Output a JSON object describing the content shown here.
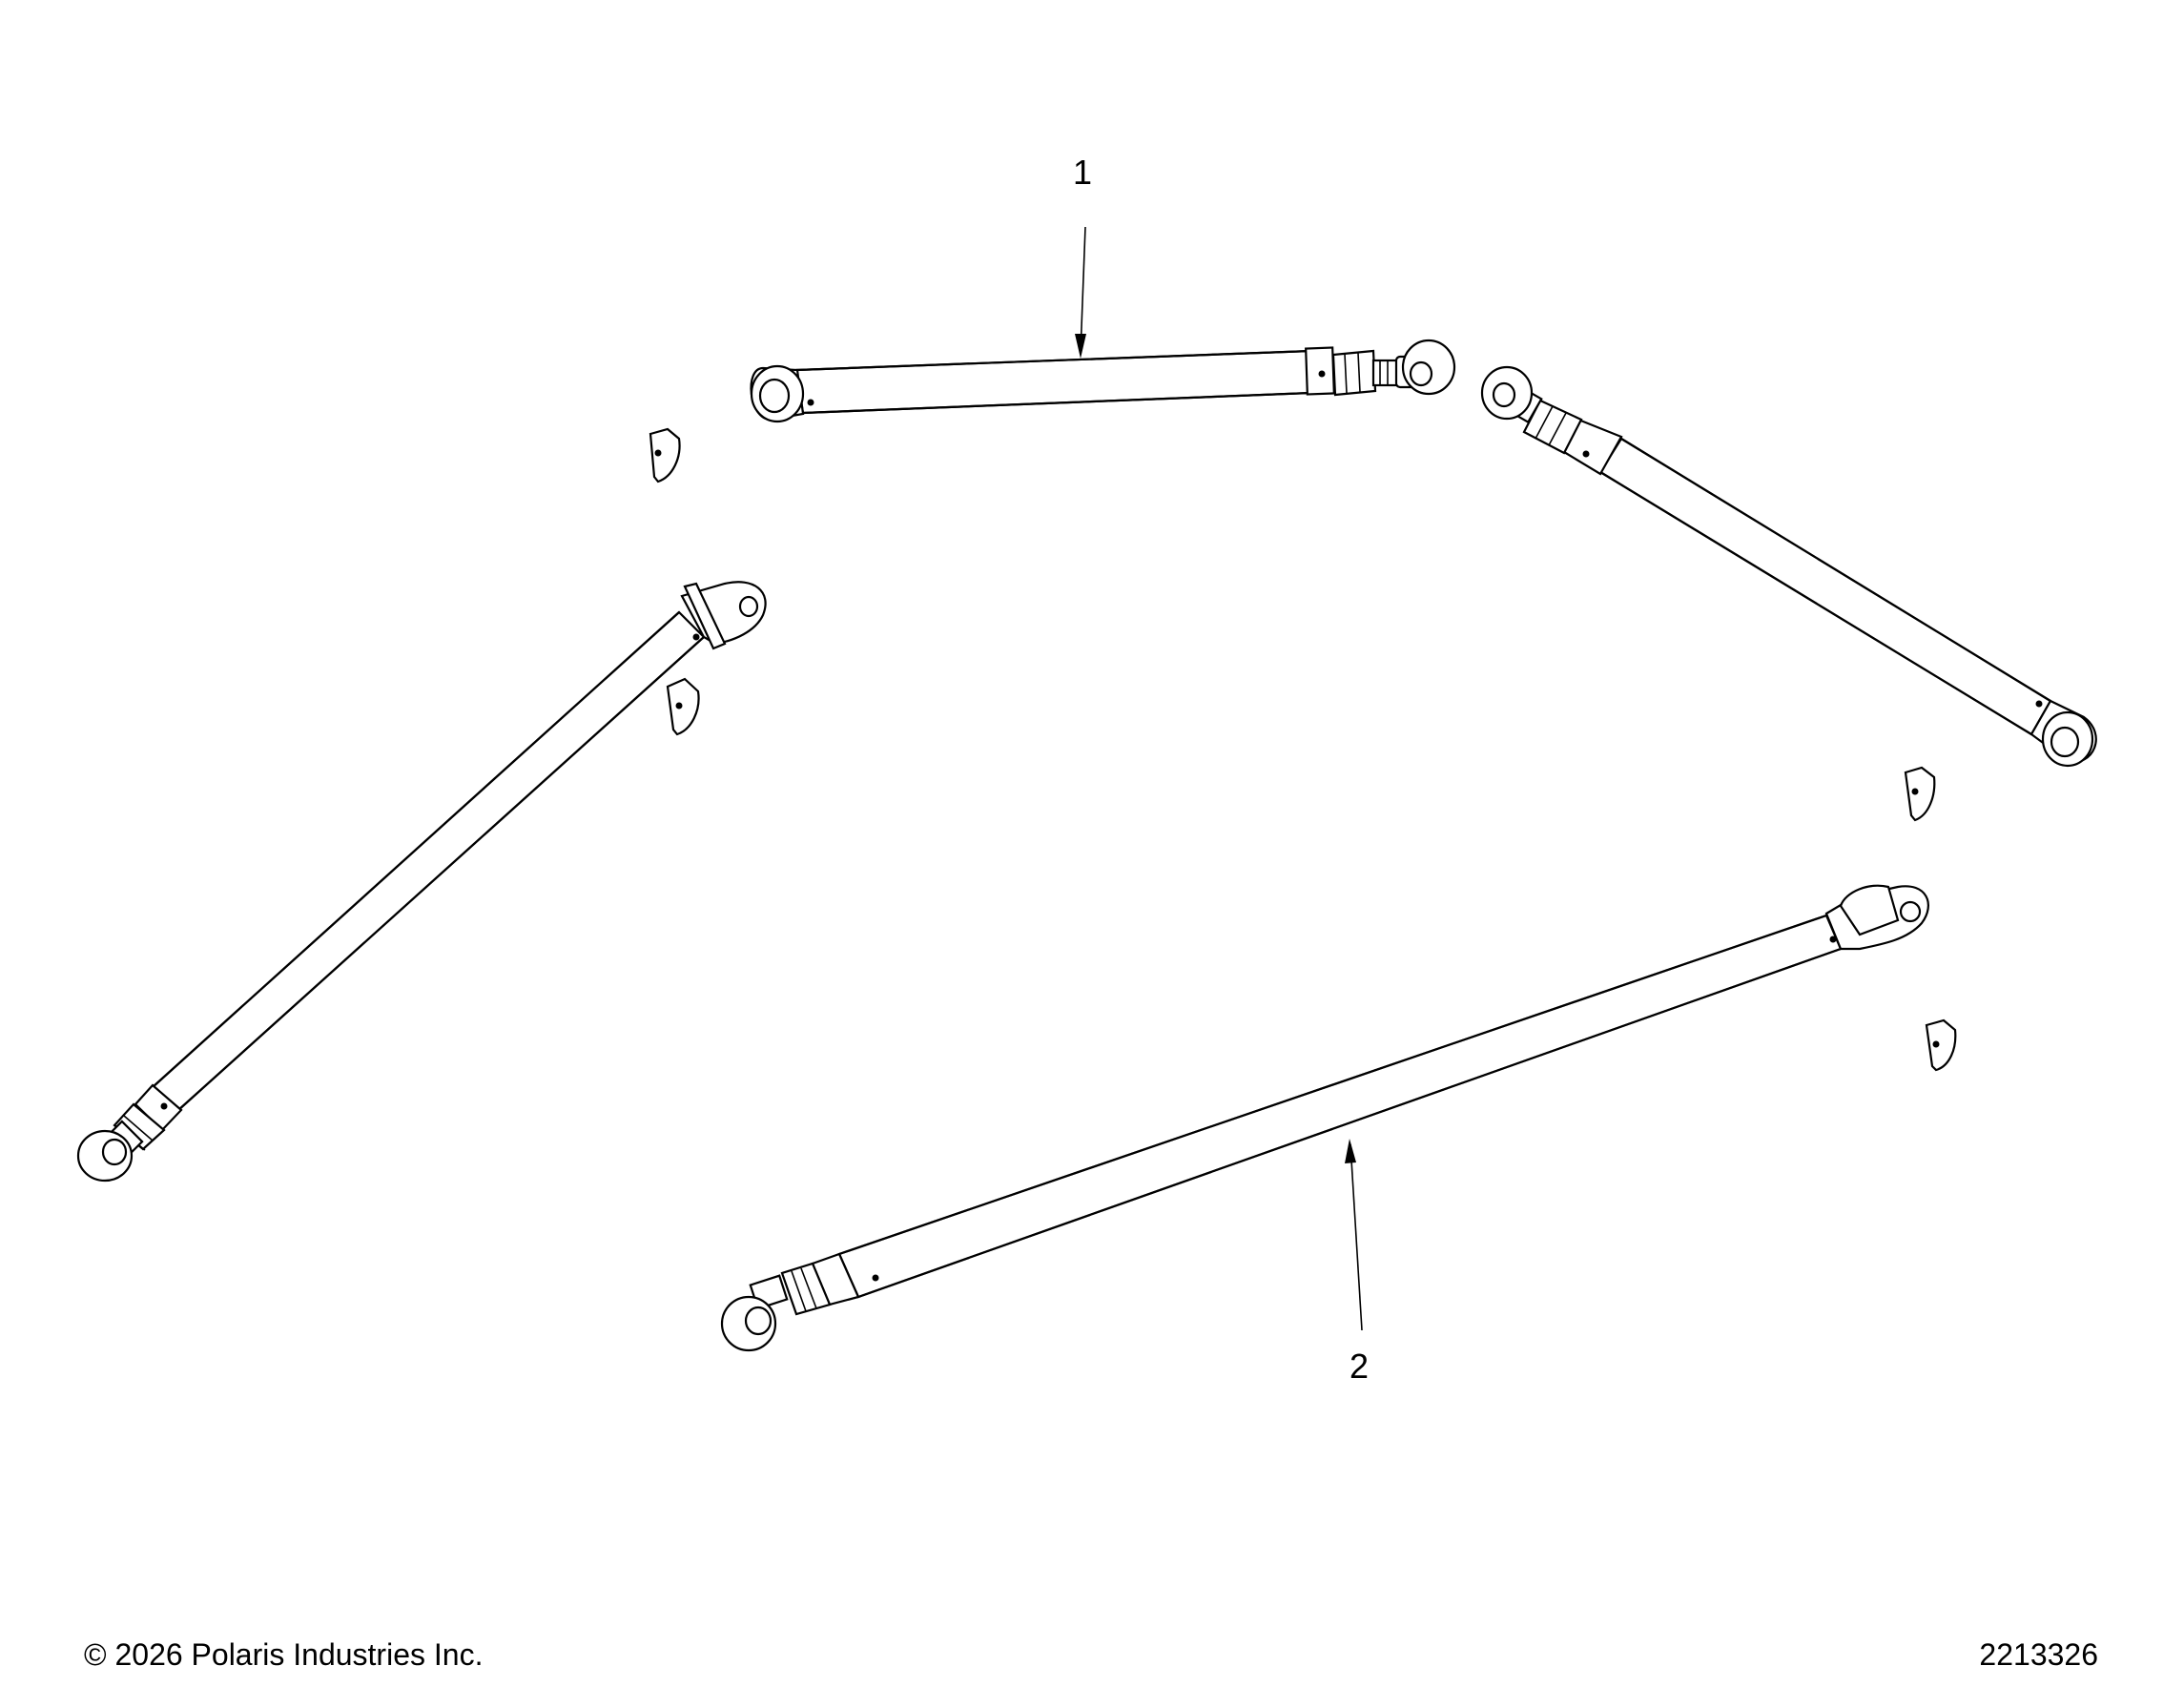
{
  "callouts": [
    {
      "id": "1",
      "label": "1"
    },
    {
      "id": "2",
      "label": "2"
    }
  ],
  "footer": {
    "copyright": "© 2026 Polaris Industries Inc.",
    "drawing_number": "2213326"
  },
  "colors": {
    "line": "#000000",
    "background": "#ffffff"
  }
}
